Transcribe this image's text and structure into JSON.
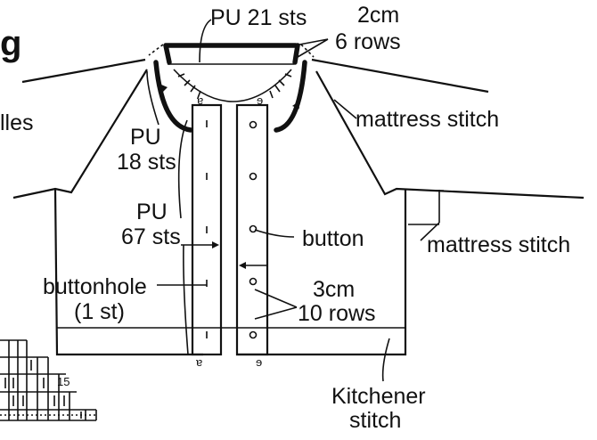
{
  "heading_fragment": "g",
  "side_fragment": "lles",
  "labels": {
    "pu_neck_top": "PU 21 sts",
    "band_height_cm": "2cm",
    "band_height_rows": "6 rows",
    "mattress_stitch_shoulder": "mattress stitch",
    "pu_side_line1": "PU",
    "pu_side_line2": "18 sts",
    "pu_front_line1": "PU",
    "pu_front_line2": "67 sts",
    "button": "button",
    "mattress_stitch_side": "mattress stitch",
    "buttonhole_line1": "buttonhole",
    "buttonhole_line2": "(1 st)",
    "front_band_cm": "3cm",
    "front_band_rows": "10 rows",
    "kitchener_line1": "Kitchener",
    "kitchener_line2": "stitch",
    "chart_row_number": "15"
  },
  "colors": {
    "line": "#111111",
    "background": "#ffffff"
  }
}
